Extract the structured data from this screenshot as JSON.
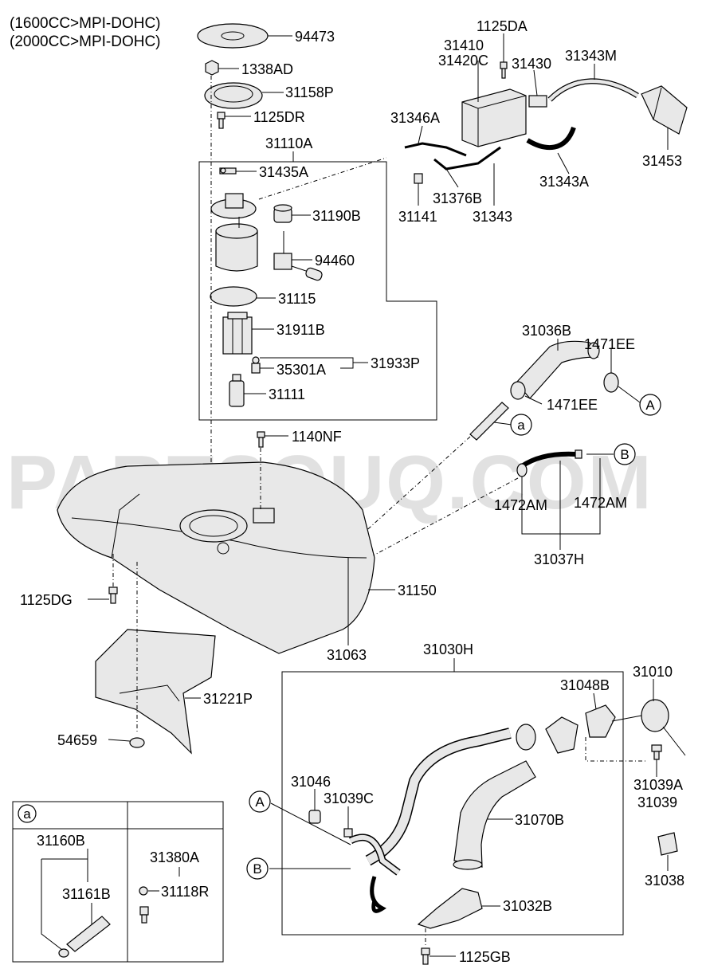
{
  "header": {
    "line1": "(1600CC>MPI-DOHC)",
    "line2": "(2000CC>MPI-DOHC)"
  },
  "watermark": "PARTSOUQ.COM",
  "labels": {
    "p94473": "94473",
    "p1338AD": "1338AD",
    "p31158P": "31158P",
    "p1125DR": "1125DR",
    "p31110A": "31110A",
    "p31435A": "31435A",
    "p31190B": "31190B",
    "p94460": "94460",
    "p31115": "31115",
    "p31911B": "31911B",
    "p35301A": "35301A",
    "p31933P": "31933P",
    "p31111": "31111",
    "p1125DA": "1125DA",
    "p31410": "31410",
    "p31420C": "31420C",
    "p31430": "31430",
    "p31343M": "31343M",
    "p31346A": "31346A",
    "p31453": "31453",
    "p31376B": "31376B",
    "p31343": "31343",
    "p31141": "31141",
    "p31343A": "31343A",
    "p31036B": "31036B",
    "p1471EE_a": "1471EE",
    "p1471EE_b": "1471EE",
    "p1140NF": "1140NF",
    "p1472AM_a": "1472AM",
    "p1472AM_b": "1472AM",
    "p31037H": "31037H",
    "p1125DG": "1125DG",
    "p31150": "31150",
    "p31063": "31063",
    "p31030H": "31030H",
    "p31010": "31010",
    "p31048B": "31048B",
    "p31221P": "31221P",
    "p54659": "54659",
    "p31046": "31046",
    "p31039C": "31039C",
    "p31039A": "31039A",
    "p31039": "31039",
    "p31070B": "31070B",
    "p31038": "31038",
    "p31032B": "31032B",
    "p1125GB": "1125GB",
    "p31160B": "31160B",
    "p31161B": "31161B",
    "p31380A": "31380A",
    "p31118R": "31118R"
  },
  "callouts": {
    "a_ref": "a",
    "a_box": "a",
    "A_1": "A",
    "A_2": "A",
    "B_1": "B",
    "B_2": "B"
  }
}
